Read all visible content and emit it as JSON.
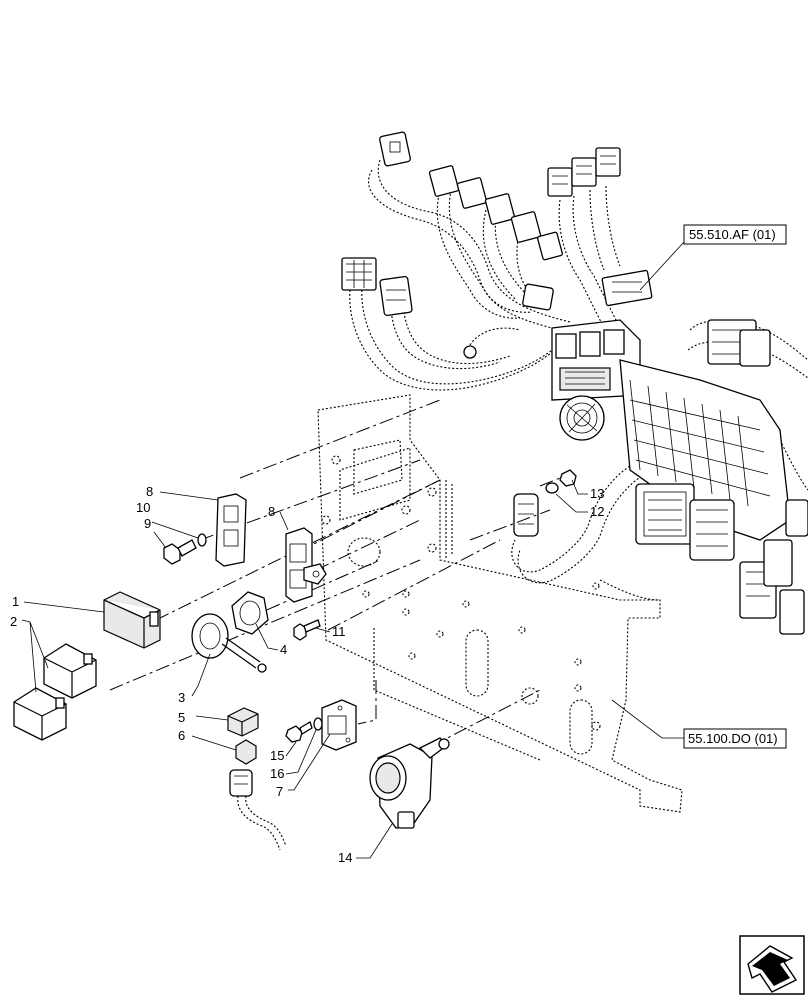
{
  "references": {
    "harness": "55.510.AF (01)",
    "frame": "55.100.DO (01)"
  },
  "callouts": {
    "c1": "1",
    "c2": "2",
    "c3": "3",
    "c4": "4",
    "c5": "5",
    "c6": "6",
    "c7": "7",
    "c8a": "8",
    "c8b": "8",
    "c9": "9",
    "c10": "10",
    "c11": "11",
    "c12": "12",
    "c13": "13",
    "c14": "14",
    "c15": "15",
    "c16": "16"
  },
  "nav_icon": "arrow-icon"
}
